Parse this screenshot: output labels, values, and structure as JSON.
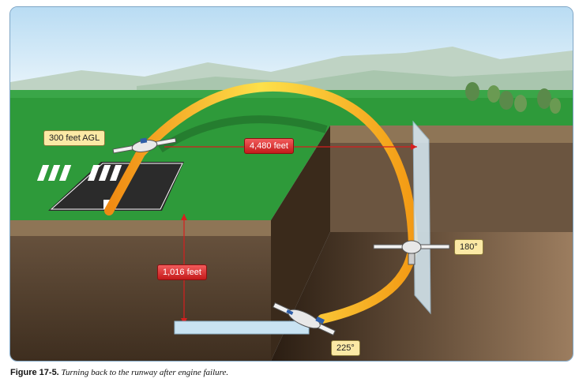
{
  "labels": {
    "altitude": "300 feet AGL",
    "horizontal_distance": "4,480 feet",
    "altitude_loss": "1,016 feet",
    "heading_180": "180°",
    "heading_225": "225°"
  },
  "caption": {
    "number": "Figure 17-5.",
    "text": "Turning back to the runway after engine failure."
  },
  "colors": {
    "sky": "#cfe6f7",
    "grass": "#2e9a3a",
    "soil": "#5a4632",
    "flight_path": "#f7a21b",
    "measure_line": "#d61f1f"
  }
}
